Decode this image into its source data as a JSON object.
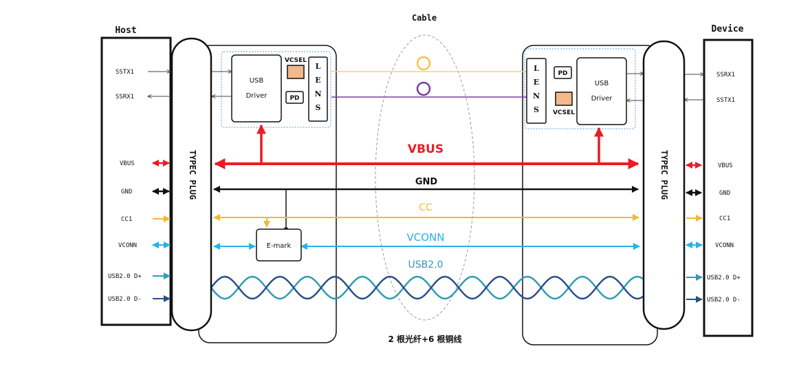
{
  "title": "Cable",
  "footer": "2 根光纤+6 根铜线",
  "host": {
    "title": "Host",
    "pins": [
      "SSTX1",
      "SSRX1",
      "VBUS",
      "GND",
      "CC1",
      "VCONN",
      "USB2.0 D+",
      "USB2.0 D-"
    ]
  },
  "device": {
    "title": "Device",
    "pins": [
      "SSRX1",
      "SSTX1",
      "VBUS",
      "GND",
      "CC1",
      "VCONN",
      "USB2.0 D+",
      "USB2.0 D-"
    ]
  },
  "plug_label": "TYPEC PLUG",
  "module": {
    "usb_driver_line1": "USB",
    "usb_driver_line2": "Driver",
    "vcsel": "VCSEL",
    "pd": "PD",
    "lens": [
      "L",
      "E",
      "N",
      "S"
    ]
  },
  "emark": "E-mark",
  "lines": {
    "vbus": "VBUS",
    "gnd": "GND",
    "cc": "CC",
    "vconn": "VCONN",
    "usb2": "USB2.0"
  },
  "colors": {
    "vbus": "#ea1c24",
    "gnd": "#111111",
    "cc": "#f5b731",
    "vconn": "#23b3e8",
    "usb2_a": "#2f9cb4",
    "usb2_b": "#2a4f86",
    "fiber_yellow": "#f5d36a",
    "fiber_purple": "#7a3aa5",
    "vcsel_fill": "#f3b98a",
    "module_border": "#5b9bd5"
  }
}
